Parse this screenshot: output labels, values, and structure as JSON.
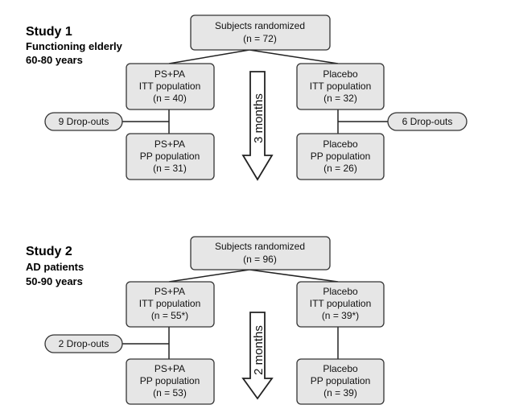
{
  "study1": {
    "title": "Study 1",
    "subtitle1": "Functioning elderly",
    "subtitle2": "60-80 years",
    "randomized": [
      "Subjects randomized",
      "(n = 72)"
    ],
    "itt_left": [
      "PS+PA",
      "ITT population",
      "(n = 40)"
    ],
    "itt_right": [
      "Placebo",
      "ITT population",
      "(n = 32)"
    ],
    "dropouts_left": "9 Drop-outs",
    "dropouts_right": "6 Drop-outs",
    "pp_left": [
      "PS+PA",
      "PP population",
      "(n = 31)"
    ],
    "pp_right": [
      "Placebo",
      "PP population",
      "(n = 26)"
    ],
    "duration": "3 months"
  },
  "study2": {
    "title": "Study 2",
    "subtitle1": "AD patients",
    "subtitle2": "50-90 years",
    "randomized": [
      "Subjects randomized",
      "(n = 96)"
    ],
    "itt_left": [
      "PS+PA",
      "ITT population",
      "(n = 55*)"
    ],
    "itt_right": [
      "Placebo",
      "ITT population",
      "(n = 39*)"
    ],
    "dropouts_left": "2 Drop-outs",
    "pp_left": [
      "PS+PA",
      "PP population",
      "(n = 53)"
    ],
    "pp_right": [
      "Placebo",
      "PP population",
      "(n = 39)"
    ],
    "duration": "2 months"
  },
  "colors": {
    "box_fill": "#e6e6e6",
    "stroke": "#333333",
    "arrow_fill": "#ffffff"
  }
}
